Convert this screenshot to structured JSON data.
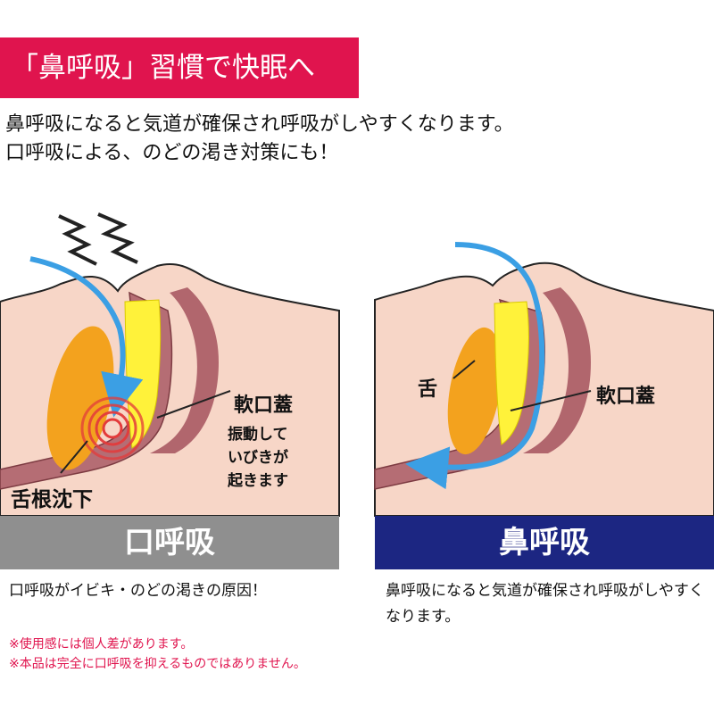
{
  "banner": {
    "title": "「鼻呼吸」習慣で快眠へ"
  },
  "intro": {
    "line1": "鼻呼吸になると気道が確保され呼吸がしやすくなります。",
    "line2": "口呼吸による、のどの渇き対策にも！"
  },
  "left_panel": {
    "label_soft_palate": "軟口蓋",
    "label_vibration_1": "振動して",
    "label_vibration_2": "いびきが",
    "label_vibration_3": "起きます",
    "label_tongue_root": "舌根沈下",
    "mode_label": "口呼吸",
    "caption": "口呼吸がイビキ・のどの渇きの原因！"
  },
  "right_panel": {
    "label_tongue": "舌",
    "label_soft_palate": "軟口蓋",
    "mode_label": "鼻呼吸",
    "caption": "鼻呼吸になると気道が確保され呼吸がしやすくなります。"
  },
  "notes": {
    "line1": "※使用感には個人差があります。",
    "line2": "※本品は完全に口呼吸を抑えるものではありません。"
  },
  "colors": {
    "banner_red": "#e0144e",
    "left_mode_gray": "#8f8f8f",
    "right_mode_navy": "#1c2682",
    "skin": "#f7d6c7",
    "throat": "#b56d74",
    "tongue": "#f3a21e",
    "soft_palate": "#fff23a",
    "air_blue": "#3b9fe4",
    "snore_red": "#e33b3b"
  },
  "icons": {
    "snore_lightning": "zigzag",
    "airflow_arrow": "curved-arrow"
  }
}
